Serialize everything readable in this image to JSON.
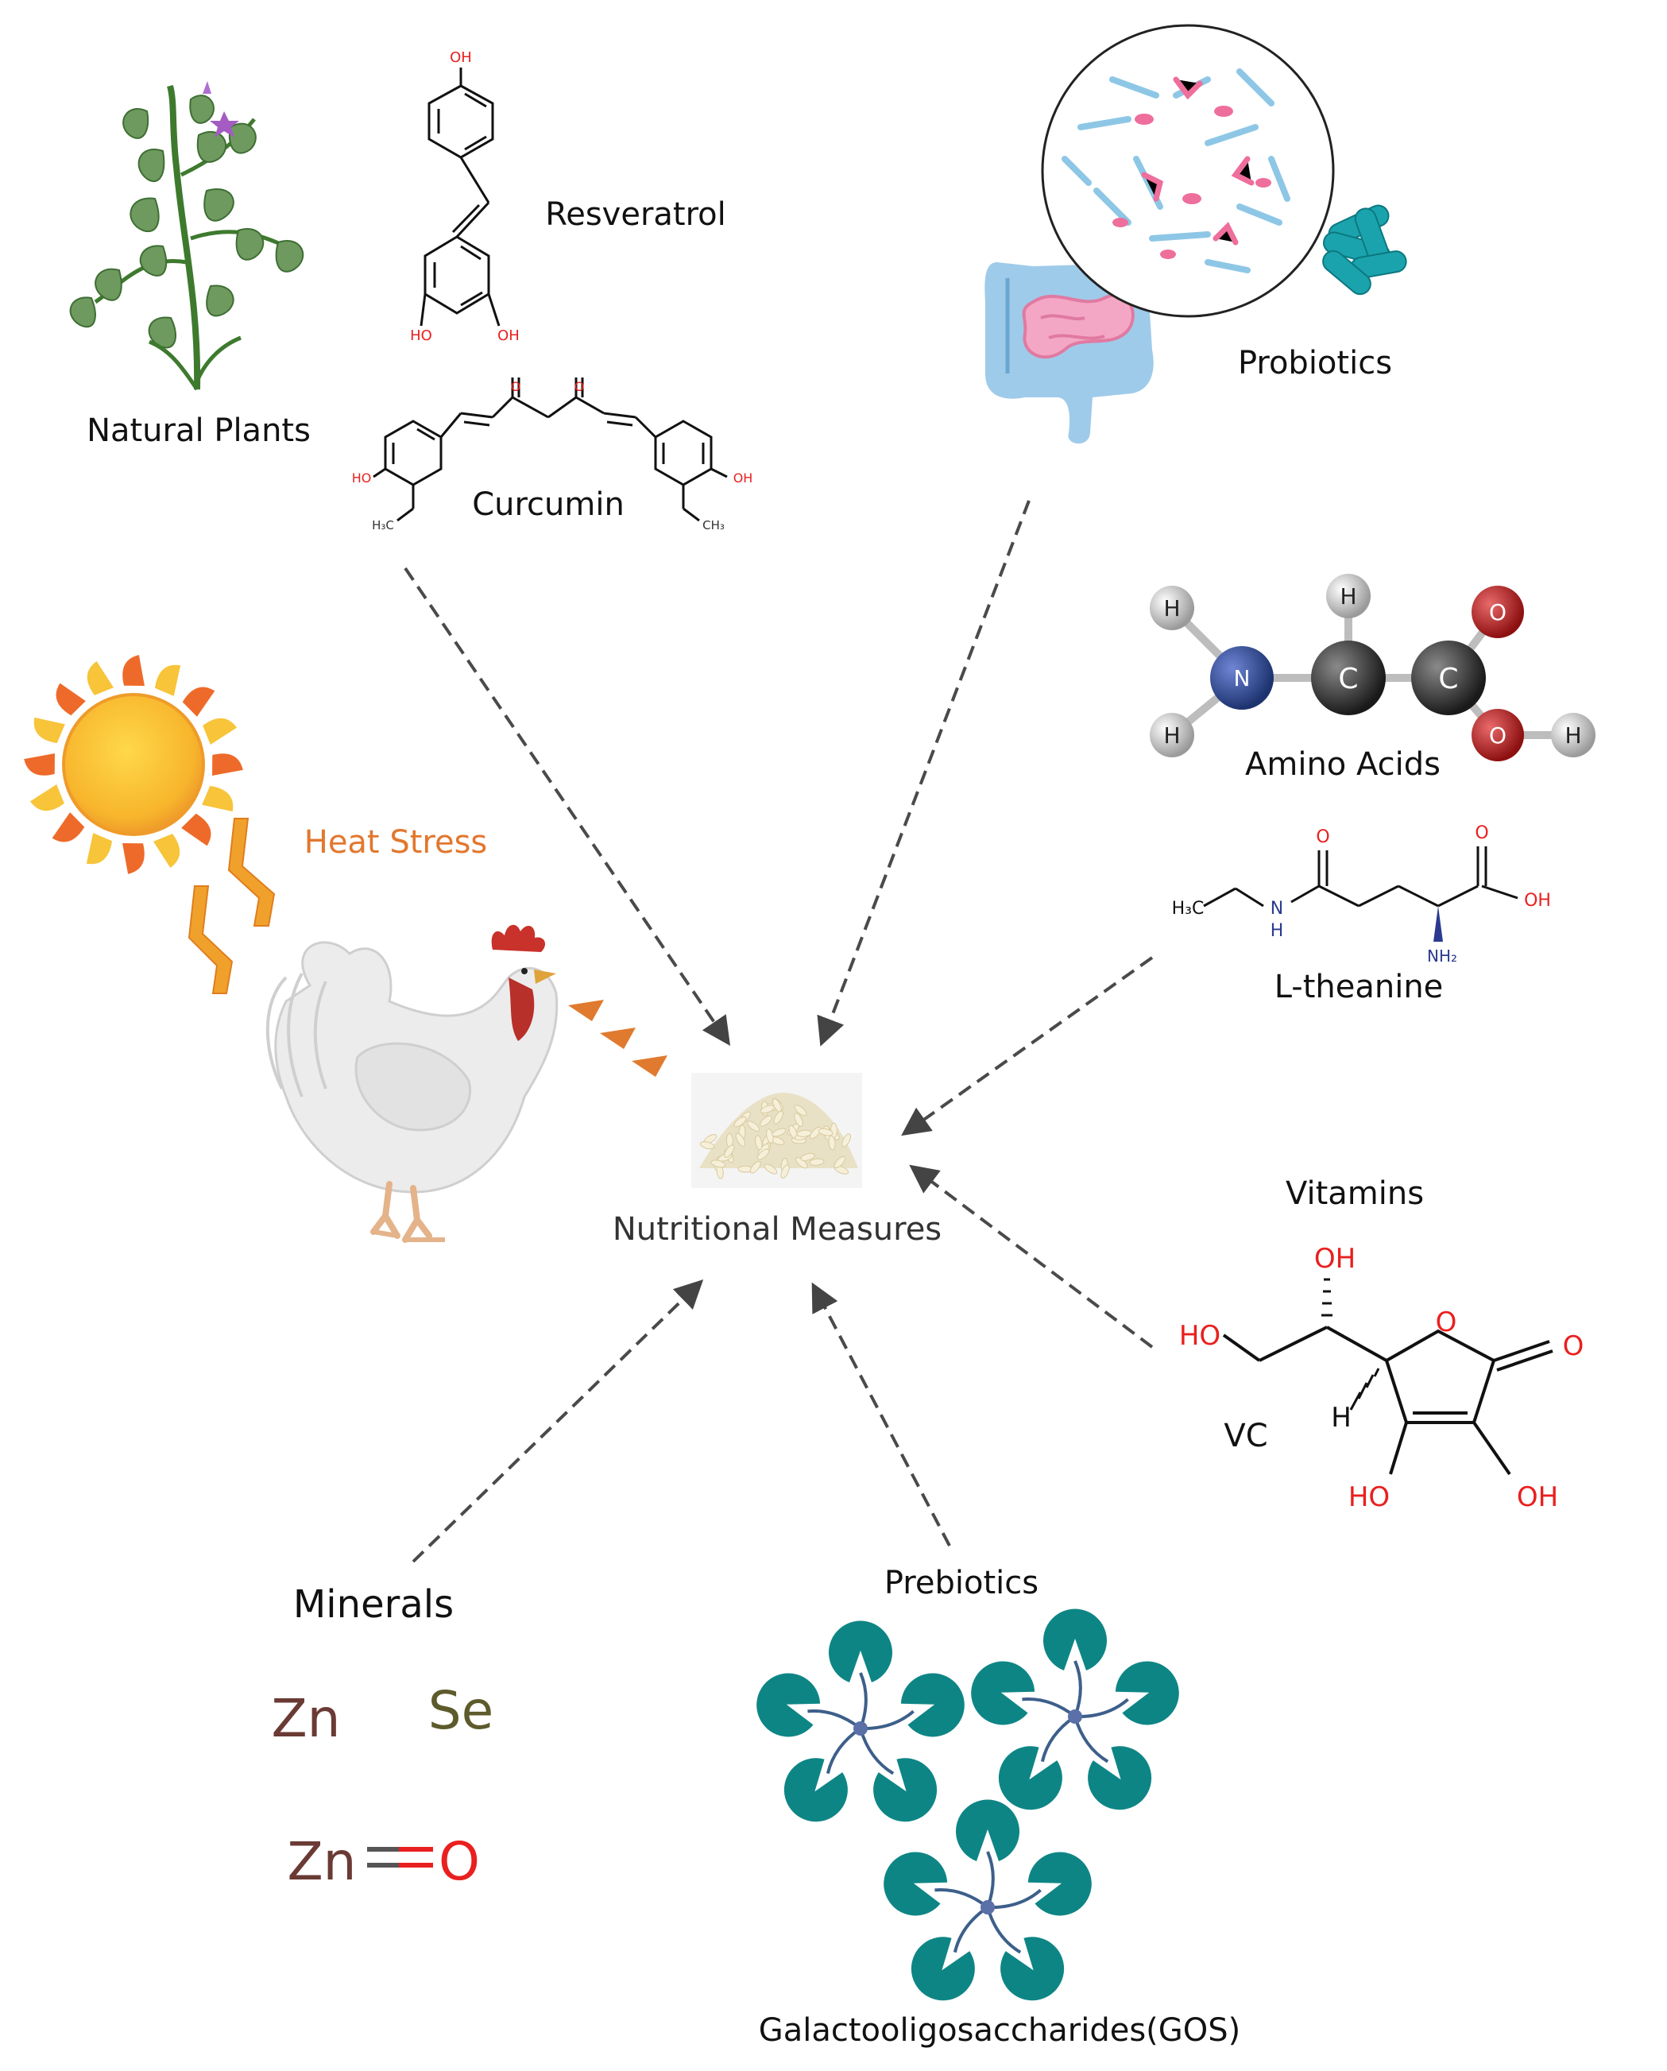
{
  "center": {
    "label": "Nutritional Measures"
  },
  "heat": {
    "label": "Heat Stress"
  },
  "natural_plants": {
    "label": "Natural Plants",
    "compounds": [
      "Resveratrol",
      "Curcumin"
    ]
  },
  "probiotics": {
    "label": "Probiotics"
  },
  "amino_acids": {
    "label": "Amino Acids",
    "compound": "L-theanine"
  },
  "vitamins": {
    "label": "Vitamins",
    "compound": "VC"
  },
  "prebiotics": {
    "label": "Prebiotics",
    "compound": "Galactooligosaccharides(GOS)"
  },
  "minerals": {
    "label": "Minerals",
    "elements": [
      "Zn",
      "Se"
    ],
    "oxide": {
      "metal": "Zn",
      "oxygen": "O"
    }
  },
  "atoms": {
    "H": "H",
    "N": "N",
    "C": "C",
    "O": "O",
    "OH": "OH",
    "HO": "HO",
    "NH2": "NH₂",
    "H3C": "H₃C",
    "CH3": "CH₃",
    "NH": "H"
  },
  "colors": {
    "heat": "#e2772e",
    "oxygen": "#e8201f",
    "nitrogen": "#2b3a8f",
    "teal": "#0e8585",
    "zinc": "#6a3a34",
    "selenium": "#5d5a2c",
    "arrow": "#4a4a4a"
  }
}
